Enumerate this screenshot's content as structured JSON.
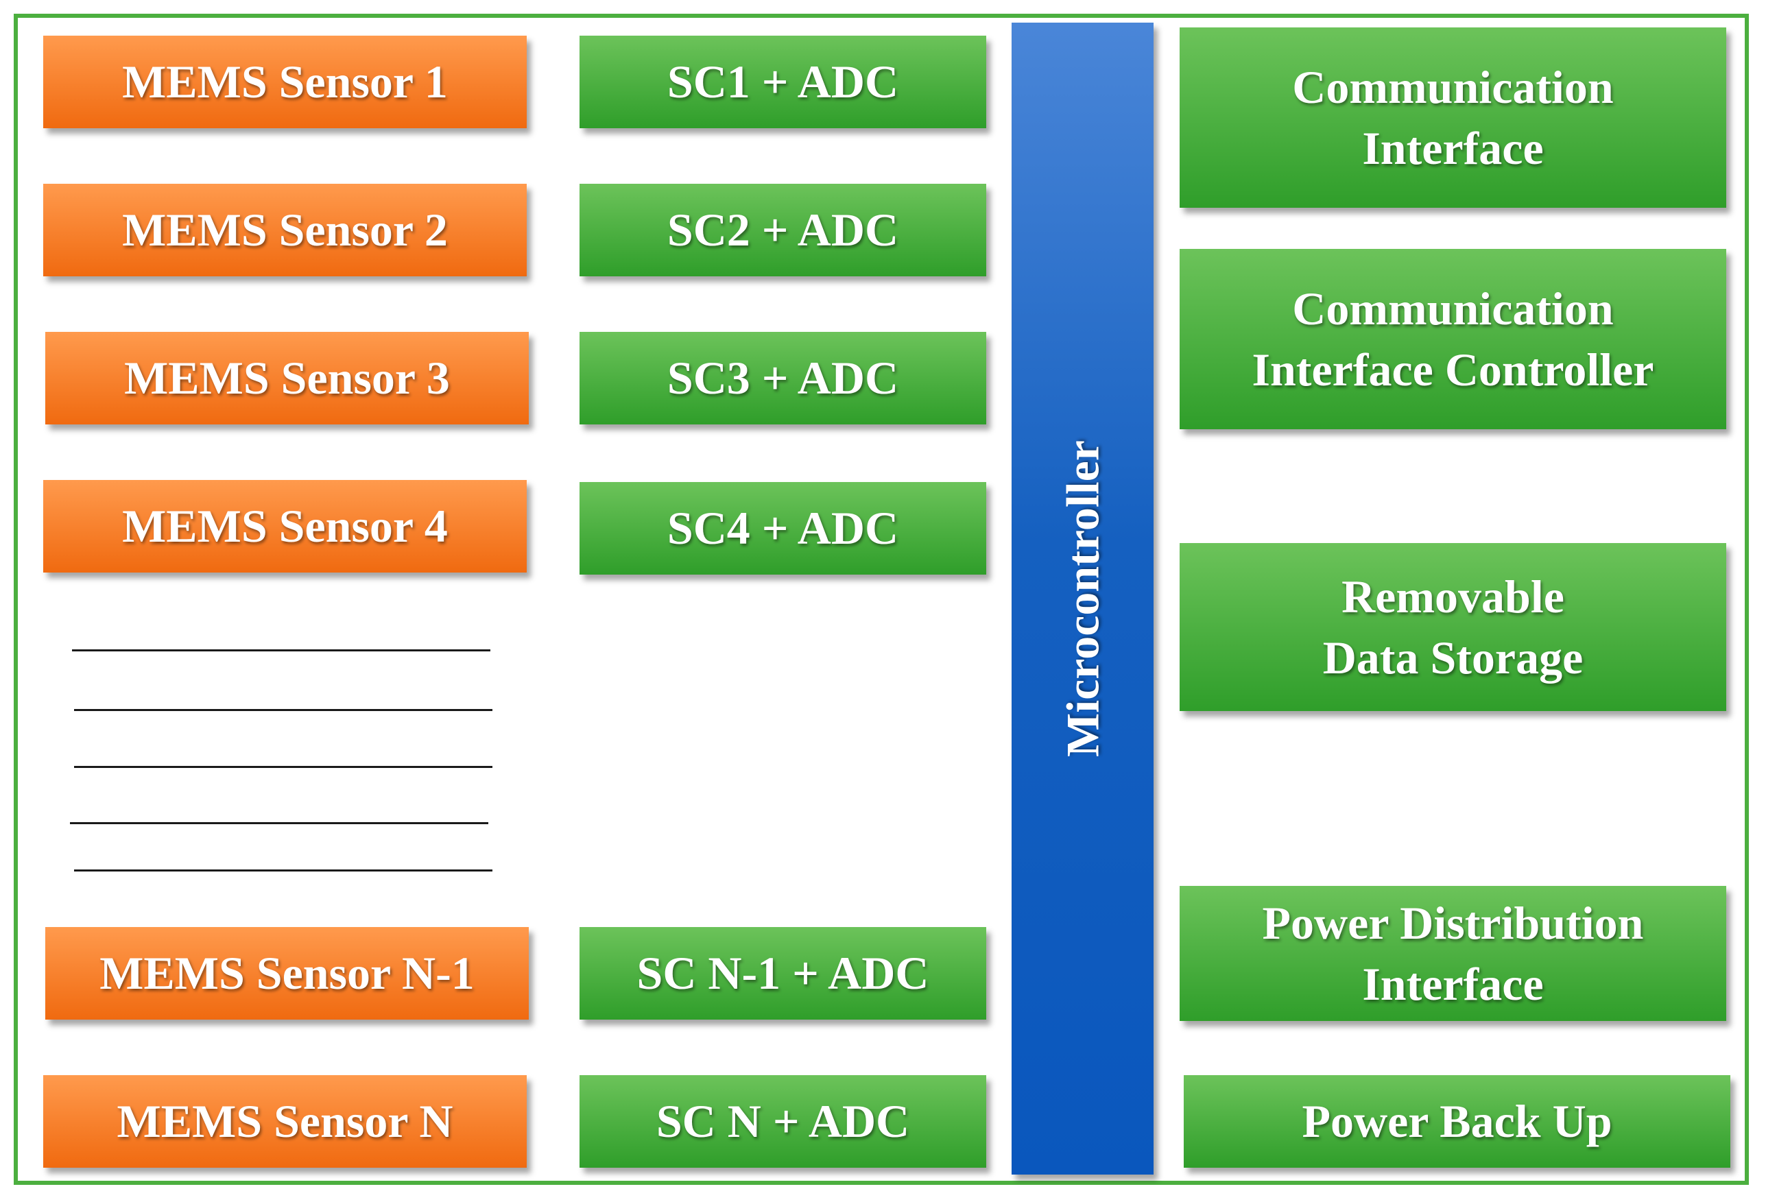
{
  "sensors": [
    "MEMS Sensor 1",
    "MEMS Sensor 2",
    "MEMS Sensor 3",
    "MEMS Sensor 4",
    "MEMS Sensor N-1",
    "MEMS Sensor N"
  ],
  "converters": [
    "SC1 + ADC",
    "SC2 + ADC",
    "SC3 + ADC",
    "SC4 + ADC",
    "SC N-1 + ADC",
    "SC N + ADC"
  ],
  "microcontroller": "Microcontroller",
  "peripherals": [
    "Communication\nInterface",
    "Communication\nInterface Controller",
    "Removable\nData Storage",
    "Power  Distribution\nInterface",
    "Power Back Up"
  ],
  "colors": {
    "sensor": "#f47a20",
    "converter": "#3daa34",
    "microcontroller": "#1565c0",
    "frame": "#4caf3f"
  }
}
